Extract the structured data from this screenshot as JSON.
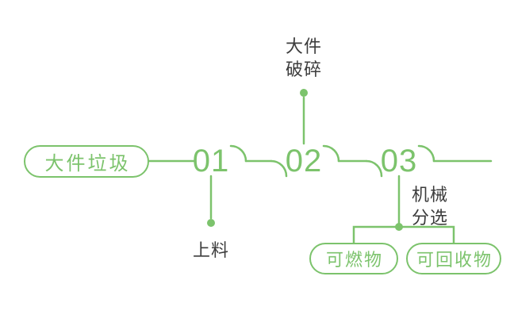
{
  "diagram": {
    "source": {
      "label": "大件垃圾"
    },
    "steps": [
      {
        "number": "01",
        "label": "上料"
      },
      {
        "number": "02",
        "label": "大件破碎",
        "label_lines": [
          "大件",
          "破碎"
        ]
      },
      {
        "number": "03",
        "label": "机械分选",
        "label_lines": [
          "机械",
          "分选"
        ]
      }
    ],
    "outputs": [
      {
        "label": "可燃物"
      },
      {
        "label": "可回收物"
      }
    ],
    "colors": {
      "green": "#7cc36c",
      "text": "#3c3c3c",
      "background": "#ffffff"
    }
  }
}
